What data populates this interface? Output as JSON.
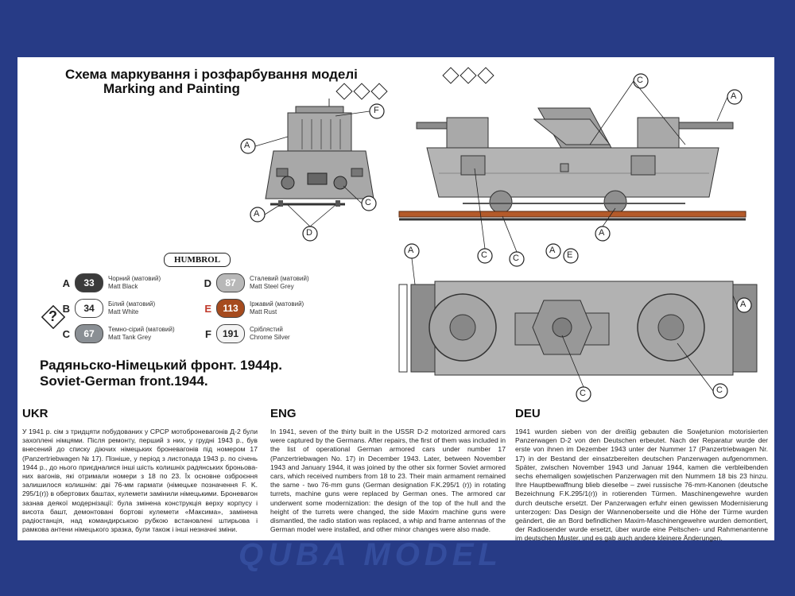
{
  "header": {
    "title_ukr": "Схема маркування і розфарбування моделі",
    "title_eng": "Marking and Painting"
  },
  "brand": "HUMBROL",
  "paints": [
    {
      "letter": "A",
      "code": "33",
      "color": "#3b3b3b",
      "text_color": "#ffffff",
      "ukr": "Чорний (матовий)",
      "eng": "Matt Black"
    },
    {
      "letter": "B",
      "code": "34",
      "color": "#ffffff",
      "text_color": "#222222",
      "ukr": "Білий (матовий)",
      "eng": "Matt White"
    },
    {
      "letter": "C",
      "code": "67",
      "color": "#8a8f94",
      "text_color": "#ffffff",
      "ukr": "Темно-сірий (матовий)",
      "eng": "Matt Tank Grey"
    },
    {
      "letter": "D",
      "code": "87",
      "color": "#b8b8b8",
      "text_color": "#ffffff",
      "ukr": "Сталевий (матовий)",
      "eng": "Matt Steel Grey"
    },
    {
      "letter": "E",
      "code": "113",
      "color": "#a64b1e",
      "text_color": "#ffffff",
      "ukr": "Іржавий (матовий)",
      "eng": "Matt Rust"
    },
    {
      "letter": "F",
      "code": "191",
      "color": "#f4f4f4",
      "text_color": "#222222",
      "ukr": "Сріблястий",
      "eng": "Chrome Silver"
    }
  ],
  "question_mark": "?",
  "front": {
    "ukr": "Радяньско-Німецький фронт. 1944р.",
    "eng": "Soviet-German front.1944."
  },
  "callouts": {
    "a": "A",
    "c": "C",
    "d": "D",
    "e": "E",
    "f": "F"
  },
  "sections": [
    {
      "heading": "UKR",
      "text": "У 1941 р. сім з тридцяти побудованих у СРСР мотоброневагонів Д-2 були захоплені німцями. Після ремонту, перший з них, у грудні 1943 р., був внесений до списку діючих німецьких броневагонів під номером 17 (Panzertriebwagen № 17). Пізніше, у період з листопада 1943 р. по січень 1944 р., до нього приєдналися інші шість колишніх радянських броньова-них вагонів, які отримали номери з 18 по 23. Їх основне озброєння залишилося колишнім: дві 76-мм гармати (німецьке позначення F. K. 295/1(r)) в обертових баштах, кулемети замінили німецькими. Броневагон зазнав деякої модернізації: була змінена конструкція верху корпусу і висота башт, демонтовані бортові кулемети «Максима», замінена радіостанція, над командирською рубкою встановлені штирьова і рамкова антени німецького зразка, були також і інші незначні зміни."
    },
    {
      "heading": "ENG",
      "text": "In 1941, seven of the thirty built in the USSR D-2 motorized armored cars were captured by the Germans. After repairs, the first of them was included in the list of operational German armored cars under number 17 (Panzertriebwagen No. 17) in December 1943. Later, between November 1943 and January 1944, it was joined by the other six former Soviet armored cars, which received numbers from 18 to 23. Their main armament remained the same - two 76-mm guns (German designation F.K.295/1 (r)) in rotating turrets, machine guns were replaced by German ones. The armored car underwent some modernization: the design of the top of the hull and the height of the turrets were changed, the side Maxim machine guns were dismantled, the radio station was replaced, a whip and frame antennas of the German model were installed, and other minor changes were also made."
    },
    {
      "heading": "DEU",
      "text": "1941 wurden sieben von der dreißig gebauten die Sowjetunion motorisierten Panzerwagen D-2 von den Deutschen erbeutet. Nach der Reparatur wurde der erste von ihnen im Dezember 1943 unter der Nummer 17 (Panzertriebwagen Nr. 17) in der Bestand der einsatzbereiten deutschen Panzerwagen aufgenommen. Später, zwischen November 1943 und Januar 1944, kamen die verbleibenden sechs ehemaligen sowjetischen Panzerwagen mit den Nummern 18 bis 23 hinzu. Ihre Hauptbewaffnung blieb dieselbe – zwei russische 76-mm-Kanonen (deutsche Bezeichnung F.K.295/1(r)) in rotierenden Türmen. Maschinengewehre wurden durch deutsche ersetzt. Der Panzerwagen erfuhr einen gewissen Modernisierung unterzogen: Das Design der Wannenoberseite und die Höhe der Türme wurden geändert, die an Bord befindlichen Maxim-Maschinengewehre wurden demontiert, der Radiosender wurde ersetzt, über wurde eine Peitschen- und Rahmenantenne im deutschen Muster, und es gab auch andere kleinere Änderungen."
    }
  ],
  "watermark": "QUBA MODEL"
}
